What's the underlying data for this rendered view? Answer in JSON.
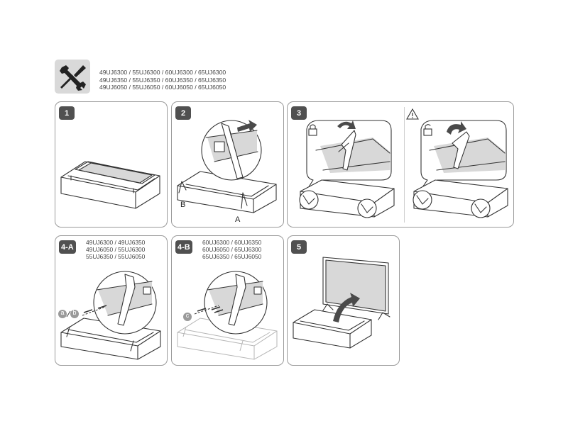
{
  "header": {
    "model_lines": [
      "49UJ6300 / 55UJ6300 / 60UJ6300 / 65UJ6300",
      "49UJ6350 / 55UJ6350 / 60UJ6350 / 65UJ6350",
      "49UJ6050 / 55UJ6050 / 60UJ6050 / 65UJ6050"
    ]
  },
  "steps": {
    "s1": {
      "label": "1"
    },
    "s2": {
      "label": "2",
      "marker_b": "B",
      "marker_a": "A"
    },
    "s3": {
      "label": "3"
    },
    "s4a": {
      "label": "4-A",
      "models": [
        "49UJ6300 / 49UJ6350",
        "49UJ6050 / 55UJ6300",
        "55UJ6350 / 55UJ6050"
      ],
      "screw_a": "a",
      "screw_b": "b"
    },
    "s4b": {
      "label": "4-B",
      "models": [
        "60UJ6300 / 60UJ6350",
        "60UJ6050 / 65UJ6300",
        "65UJ6350 / 65UJ6050"
      ],
      "screw_c": "c"
    },
    "s5": {
      "label": "5"
    }
  },
  "icons": [
    "tools-icon",
    "lock-icon",
    "unlock-icon",
    "warning-icon",
    "rotate-arrow-icon",
    "insert-arrow-icon",
    "lift-arrow-icon"
  ]
}
